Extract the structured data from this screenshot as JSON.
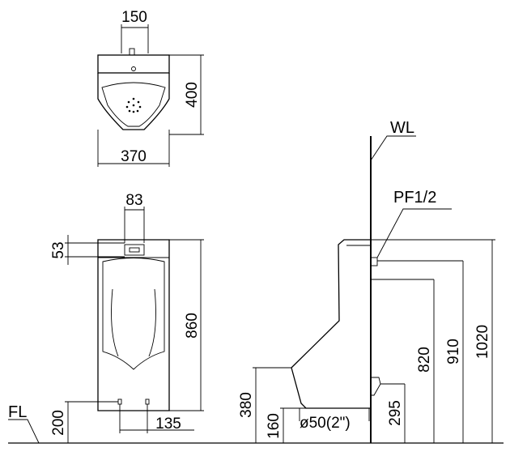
{
  "labels": {
    "wl": "WL",
    "pf": "PF1/2",
    "fl": "FL"
  },
  "dimensions": {
    "top_width_outlet": "150",
    "top_depth": "400",
    "top_width": "370",
    "front_sensor_width": "83",
    "front_sensor_height": "53",
    "front_height": "860",
    "front_inlet_height": "200",
    "front_inlet_spacing": "135",
    "side_rim_height": "380",
    "side_drain_height": "160",
    "side_drain_size": "ø50(2\")",
    "side_outlet_height": "295",
    "side_h820": "820",
    "side_h910": "910",
    "side_h1020": "1020"
  }
}
